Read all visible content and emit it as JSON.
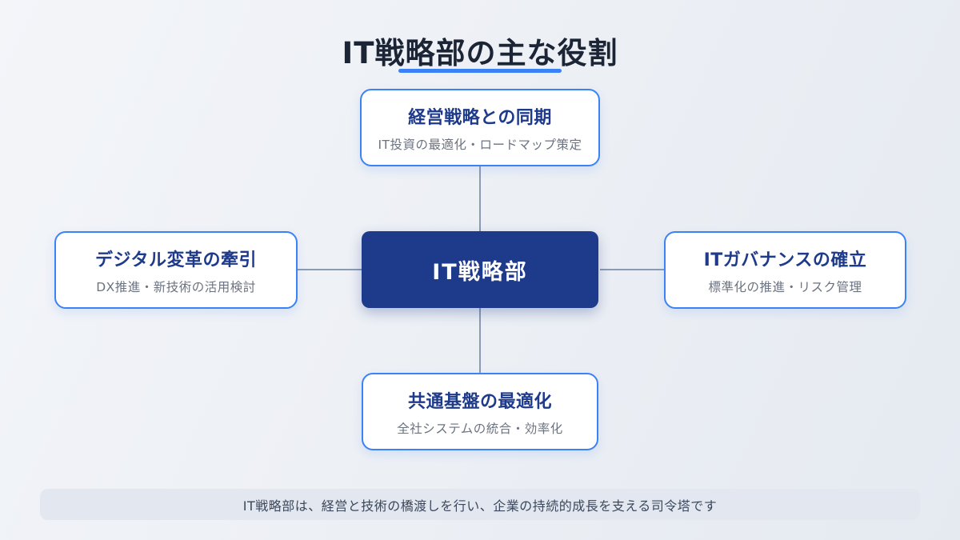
{
  "page": {
    "title": "IT戦略部の主な役割",
    "footer": "IT戦略部は、経営と技術の橋渡しを行い、企業の持続的成長を支える司令塔です"
  },
  "center": {
    "label": "IT戦略部"
  },
  "nodes": {
    "top": {
      "title": "経営戦略との同期",
      "subtitle": "IT投資の最適化・ロードマップ策定"
    },
    "left": {
      "title": "デジタル変革の牽引",
      "subtitle": "DX推進・新技術の活用検討"
    },
    "right": {
      "title": "ITガバナンスの確立",
      "subtitle": "標準化の推進・リスク管理"
    },
    "bottom": {
      "title": "共通基盤の最適化",
      "subtitle": "全社システムの統合・効率化"
    }
  },
  "colors": {
    "accent_blue": "#3b82f6",
    "navy": "#1e3a8a",
    "heading_text": "#1b2536",
    "subtitle_text": "#6b7280",
    "connector_line": "#8b9bb3",
    "footer_background": "#e2e7f0",
    "background": "#edf0f5"
  }
}
